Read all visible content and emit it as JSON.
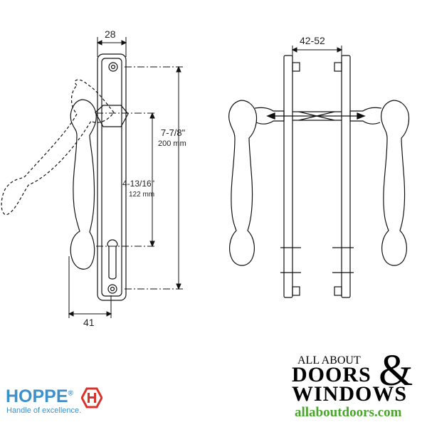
{
  "dimensions": {
    "width_28": "28",
    "height_7_7_8": "7-7/8\"",
    "height_200mm": "200 mm",
    "height_4_13_16": "4-13/16\"",
    "height_122mm": "122 mm",
    "width_41": "41",
    "door_42_52": "42-52"
  },
  "brand_hoppe": {
    "name": "HOPPE",
    "registered": "®",
    "tagline": "Handle of excellence.",
    "color": "#3f8fc9",
    "mark_color": "#d9322b"
  },
  "brand_aad": {
    "small": "ALL ABOUT",
    "doors": "DOORS",
    "ampersand": "&",
    "windows": "WINDOWS",
    "url": "allaboutdoors.com",
    "url_color": "#4aa52d"
  }
}
